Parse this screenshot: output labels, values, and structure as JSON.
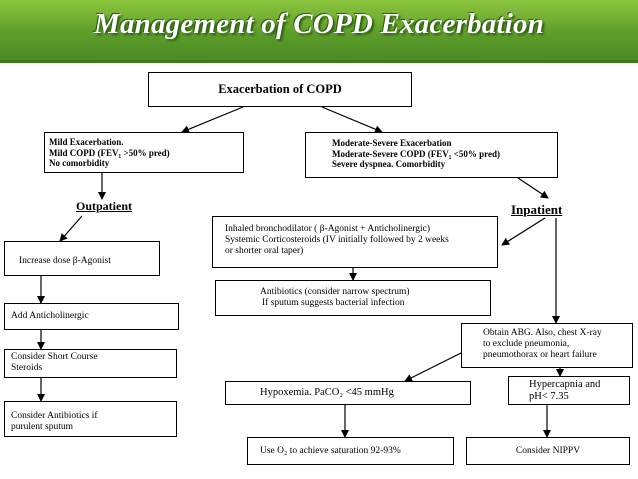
{
  "title": "Management of COPD Exacerbation",
  "nodes": {
    "exacerbation": "Exacerbation of COPD",
    "mild": [
      "Mild Exacerbation.",
      "Mild COPD (FEV₁ >50% pred)",
      "No comorbidity"
    ],
    "moderate": [
      "Moderate-Severe Exacerbation",
      "Moderate-Severe COPD  (FEV₁ <50% pred)",
      "Severe dyspnea. Comorbidity"
    ],
    "outpatient": "Outpatient",
    "inpatient": "Inpatient",
    "increase_dose": "Increase dose β-Agonist",
    "add_anticholinergic": "Add Anticholinergic",
    "short_course": [
      "Consider Short Course",
      "Steroids"
    ],
    "antibiotics_if": [
      "Consider Antibiotics if",
      "purulent sputum"
    ],
    "inhaled": [
      "Inhaled bronchodilator ( β-Agonist + Anticholinergic)",
      "Systemic Corticosteroids (IV initially followed by 2 weeks",
      "or shorter  oral taper)"
    ],
    "antibiotics_narrow": [
      "Antibiotics (consider narrow spectrum)",
      "If sputum suggests bacterial infection"
    ],
    "abg": [
      "Obtain ABG.  Also, chest X-ray",
      "to exclude pneumonia,",
      "pneumothorax or heart failure"
    ],
    "hypoxemia": "Hypoxemia. PaCO₂  <45 mmHg",
    "hypercapnia": [
      "Hypercapnia and",
      "pH< 7.35"
    ],
    "use_o2": "Use O₂ to achieve saturation 92-93%",
    "nippv": "Consider NIPPV"
  }
}
